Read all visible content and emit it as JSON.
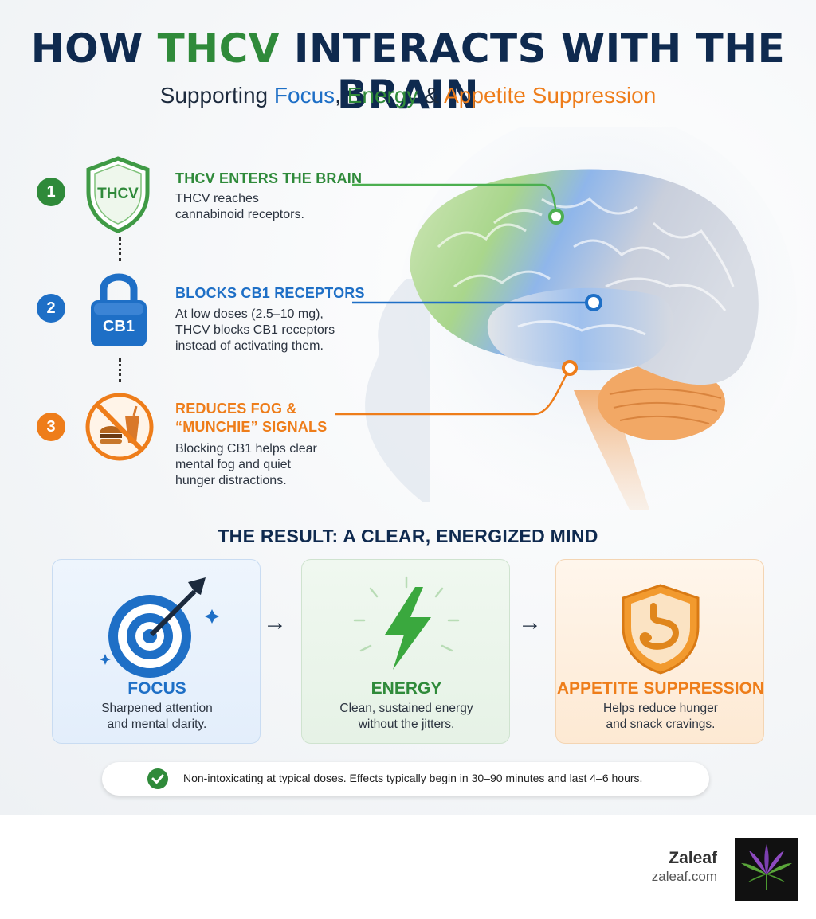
{
  "header": {
    "title_pre": "HOW ",
    "title_hl": "THCV",
    "title_post": " INTERACTS WITH THE BRAIN",
    "subtitle_pre": "Supporting ",
    "subtitle_focus": "Focus",
    "subtitle_sep1": ", ",
    "subtitle_energy": "Energy",
    "subtitle_sep2": " & ",
    "subtitle_appetite": "Appetite Suppression"
  },
  "steps": [
    {
      "number": "1",
      "icon_label": "THCV",
      "icon": "shield-icon",
      "heading": "THCV ENTERS THE BRAIN",
      "desc_line1": "THCV reaches",
      "desc_line2": "cannabinoid receptors.",
      "color": "#2f8a3a"
    },
    {
      "number": "2",
      "icon_label": "CB1",
      "icon": "padlock-icon",
      "heading": "BLOCKS CB1 RECEPTORS",
      "desc_line1": "At low doses (2.5–10 mg),",
      "desc_line2": "THCV blocks CB1 receptors",
      "desc_line3": "instead of activating them.",
      "color": "#1e6fc6"
    },
    {
      "number": "3",
      "icon": "no-food-icon",
      "heading_line1": "REDUCES FOG &",
      "heading_line2": "“MUNCHIE” SIGNALS",
      "desc_line1": "Blocking CB1 helps clear",
      "desc_line2": "mental fog and quiet",
      "desc_line3": "hunger distractions.",
      "color": "#ee7d1a"
    }
  ],
  "result": {
    "title": "THE RESULT: A CLEAR, ENERGIZED MIND",
    "cards": [
      {
        "label": "FOCUS",
        "desc_line1": "Sharpened attention",
        "desc_line2": "and mental clarity.",
        "icon": "target-icon",
        "color": "#1e6fc6"
      },
      {
        "label": "ENERGY",
        "desc_line1": "Clean, sustained energy",
        "desc_line2": "without the jitters.",
        "icon": "lightning-icon",
        "color": "#2f8a3a"
      },
      {
        "label": "APPETITE SUPPRESSION",
        "desc_line1": "Helps reduce hunger",
        "desc_line2": "and snack cravings.",
        "icon": "stomach-shield-icon",
        "color": "#ee7d1a"
      }
    ],
    "arrow": "→"
  },
  "note": "Non-intoxicating at typical doses. Effects typically begin in 30–90 minutes and last 4–6 hours.",
  "brand": {
    "name": "Zaleaf",
    "url": "zaleaf.com"
  }
}
